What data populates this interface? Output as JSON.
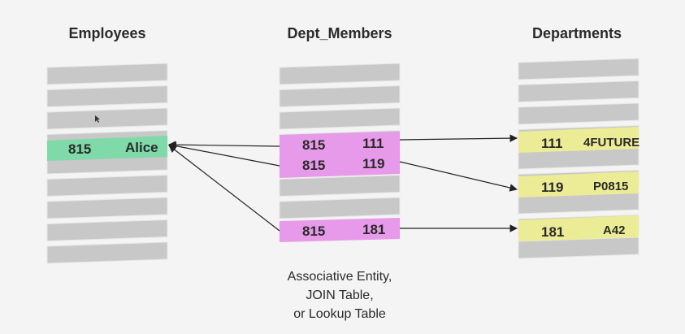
{
  "headers": {
    "employees": "Employees",
    "dept_members": "Dept_Members",
    "departments": "Departments"
  },
  "employees_row": {
    "id": "815",
    "name": "Alice"
  },
  "dept_members_rows": [
    {
      "emp": "815",
      "dept": "111"
    },
    {
      "emp": "815",
      "dept": "119"
    },
    {
      "emp": "815",
      "dept": "181"
    }
  ],
  "departments_rows": [
    {
      "id": "111",
      "name": "4FUTURE"
    },
    {
      "id": "119",
      "name": "P0815"
    },
    {
      "id": "181",
      "name": "A42"
    }
  ],
  "caption": {
    "line1": "Associative Entity,",
    "line2": "JOIN Table,",
    "line3": "or Lookup Table"
  },
  "colors": {
    "background": "#f4f4f4",
    "stack": "#c8c8c8",
    "employee_highlight": "#7fd9a8",
    "member_highlight": "#e79ae9",
    "department_highlight": "#ecec96"
  }
}
